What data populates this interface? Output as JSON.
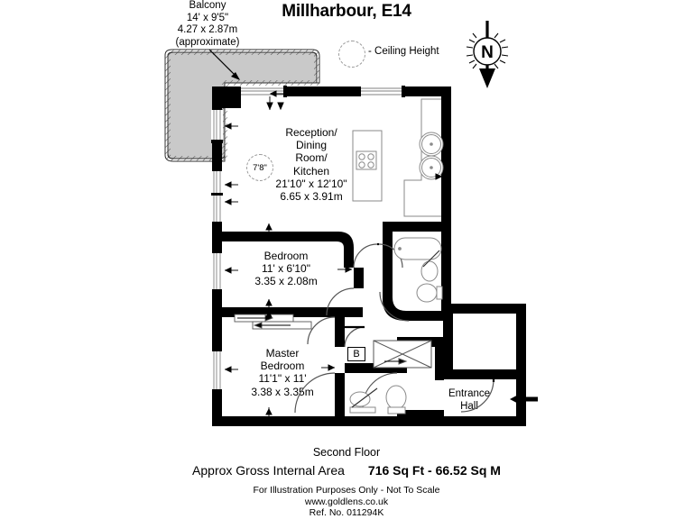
{
  "document": {
    "title": "Millharbour, E14",
    "floor_name": "Second Floor",
    "area_label": "Approx Gross Internal Area",
    "area_value": "716 Sq Ft  -  66.52 Sq M",
    "disclaimer": "For Illustration Purposes Only - Not To Scale",
    "website": "www.goldlens.co.uk",
    "reference": "Ref. No. 011294K"
  },
  "legend": {
    "ceiling_height": "- Ceiling Height",
    "ceiling_icon": "dashed-circle-icon"
  },
  "compass": {
    "label": "N",
    "icon": "compass-north-icon"
  },
  "balcony": {
    "name": "Balcony",
    "dim_imperial": "14' x 9'5\"",
    "dim_metric": "4.27 x 2.87m",
    "note": "(approximate)",
    "fill_color": "#c9c9c9"
  },
  "rooms": [
    {
      "id": "reception",
      "name_lines": [
        "Reception/",
        "Dining",
        "Room/",
        "Kitchen"
      ],
      "dim_imperial": "21'10\" x 12'10\"",
      "dim_metric": "6.65 x 3.91m",
      "ceiling_height": "7'8\""
    },
    {
      "id": "bedroom",
      "name_lines": [
        "Bedroom"
      ],
      "dim_imperial": "11' x 6'10\"",
      "dim_metric": "3.35 x 2.08m"
    },
    {
      "id": "master-bedroom",
      "name_lines": [
        "Master",
        "Bedroom"
      ],
      "dim_imperial": "11'1\" x 11'",
      "dim_metric": "3.38 x 3.35m"
    },
    {
      "id": "entrance-hall",
      "name_lines": [
        "Entrance",
        "Hall"
      ]
    }
  ],
  "labels": {
    "reception_l1": "Reception/",
    "reception_l2": "Dining",
    "reception_l3": "Room/",
    "reception_l4": "Kitchen",
    "reception_dim1": "21'10\" x 12'10\"",
    "reception_dim2": "6.65 x 3.91m",
    "reception_ch": "7'8\"",
    "bedroom_l1": "Bedroom",
    "bedroom_dim1": "11' x 6'10\"",
    "bedroom_dim2": "3.35 x 2.08m",
    "master_l1": "Master",
    "master_l2": "Bedroom",
    "master_dim1": "11'1\" x 11'",
    "master_dim2": "3.38 x 3.35m",
    "entrance_l1": "Entrance",
    "entrance_l2": "Hall",
    "balcony_l1": "Balcony",
    "balcony_l2": "14' x 9'5\"",
    "balcony_l3": "4.27 x 2.87m",
    "balcony_l4": "(approximate)",
    "boiler_cupboard": "B"
  },
  "fixtures": [
    {
      "name": "kitchen-island-hob",
      "icon": "four-burner-hob-icon"
    },
    {
      "name": "kitchen-sink-upper",
      "icon": "round-sink-icon"
    },
    {
      "name": "kitchen-sink-lower",
      "icon": "round-sink-icon"
    },
    {
      "name": "bath-tub",
      "icon": "bathtub-icon"
    },
    {
      "name": "bathroom-basin",
      "icon": "basin-icon"
    },
    {
      "name": "bathroom-toilet",
      "icon": "toilet-icon"
    },
    {
      "name": "ensuite-basin",
      "icon": "basin-icon"
    },
    {
      "name": "ensuite-toilet",
      "icon": "toilet-icon"
    },
    {
      "name": "wardrobe-cross",
      "icon": "wardrobe-icon"
    },
    {
      "name": "sliding-wardrobe",
      "icon": "sliding-door-icon"
    },
    {
      "name": "entrance-door",
      "icon": "door-swing-icon"
    },
    {
      "name": "entry-arrow",
      "icon": "arrow-left-icon"
    }
  ],
  "colors": {
    "wall": "#000000",
    "background": "#ffffff",
    "balcony_fill": "#c9c9c9",
    "fixture_stroke": "#808080",
    "dashed_circle": "#999999"
  }
}
